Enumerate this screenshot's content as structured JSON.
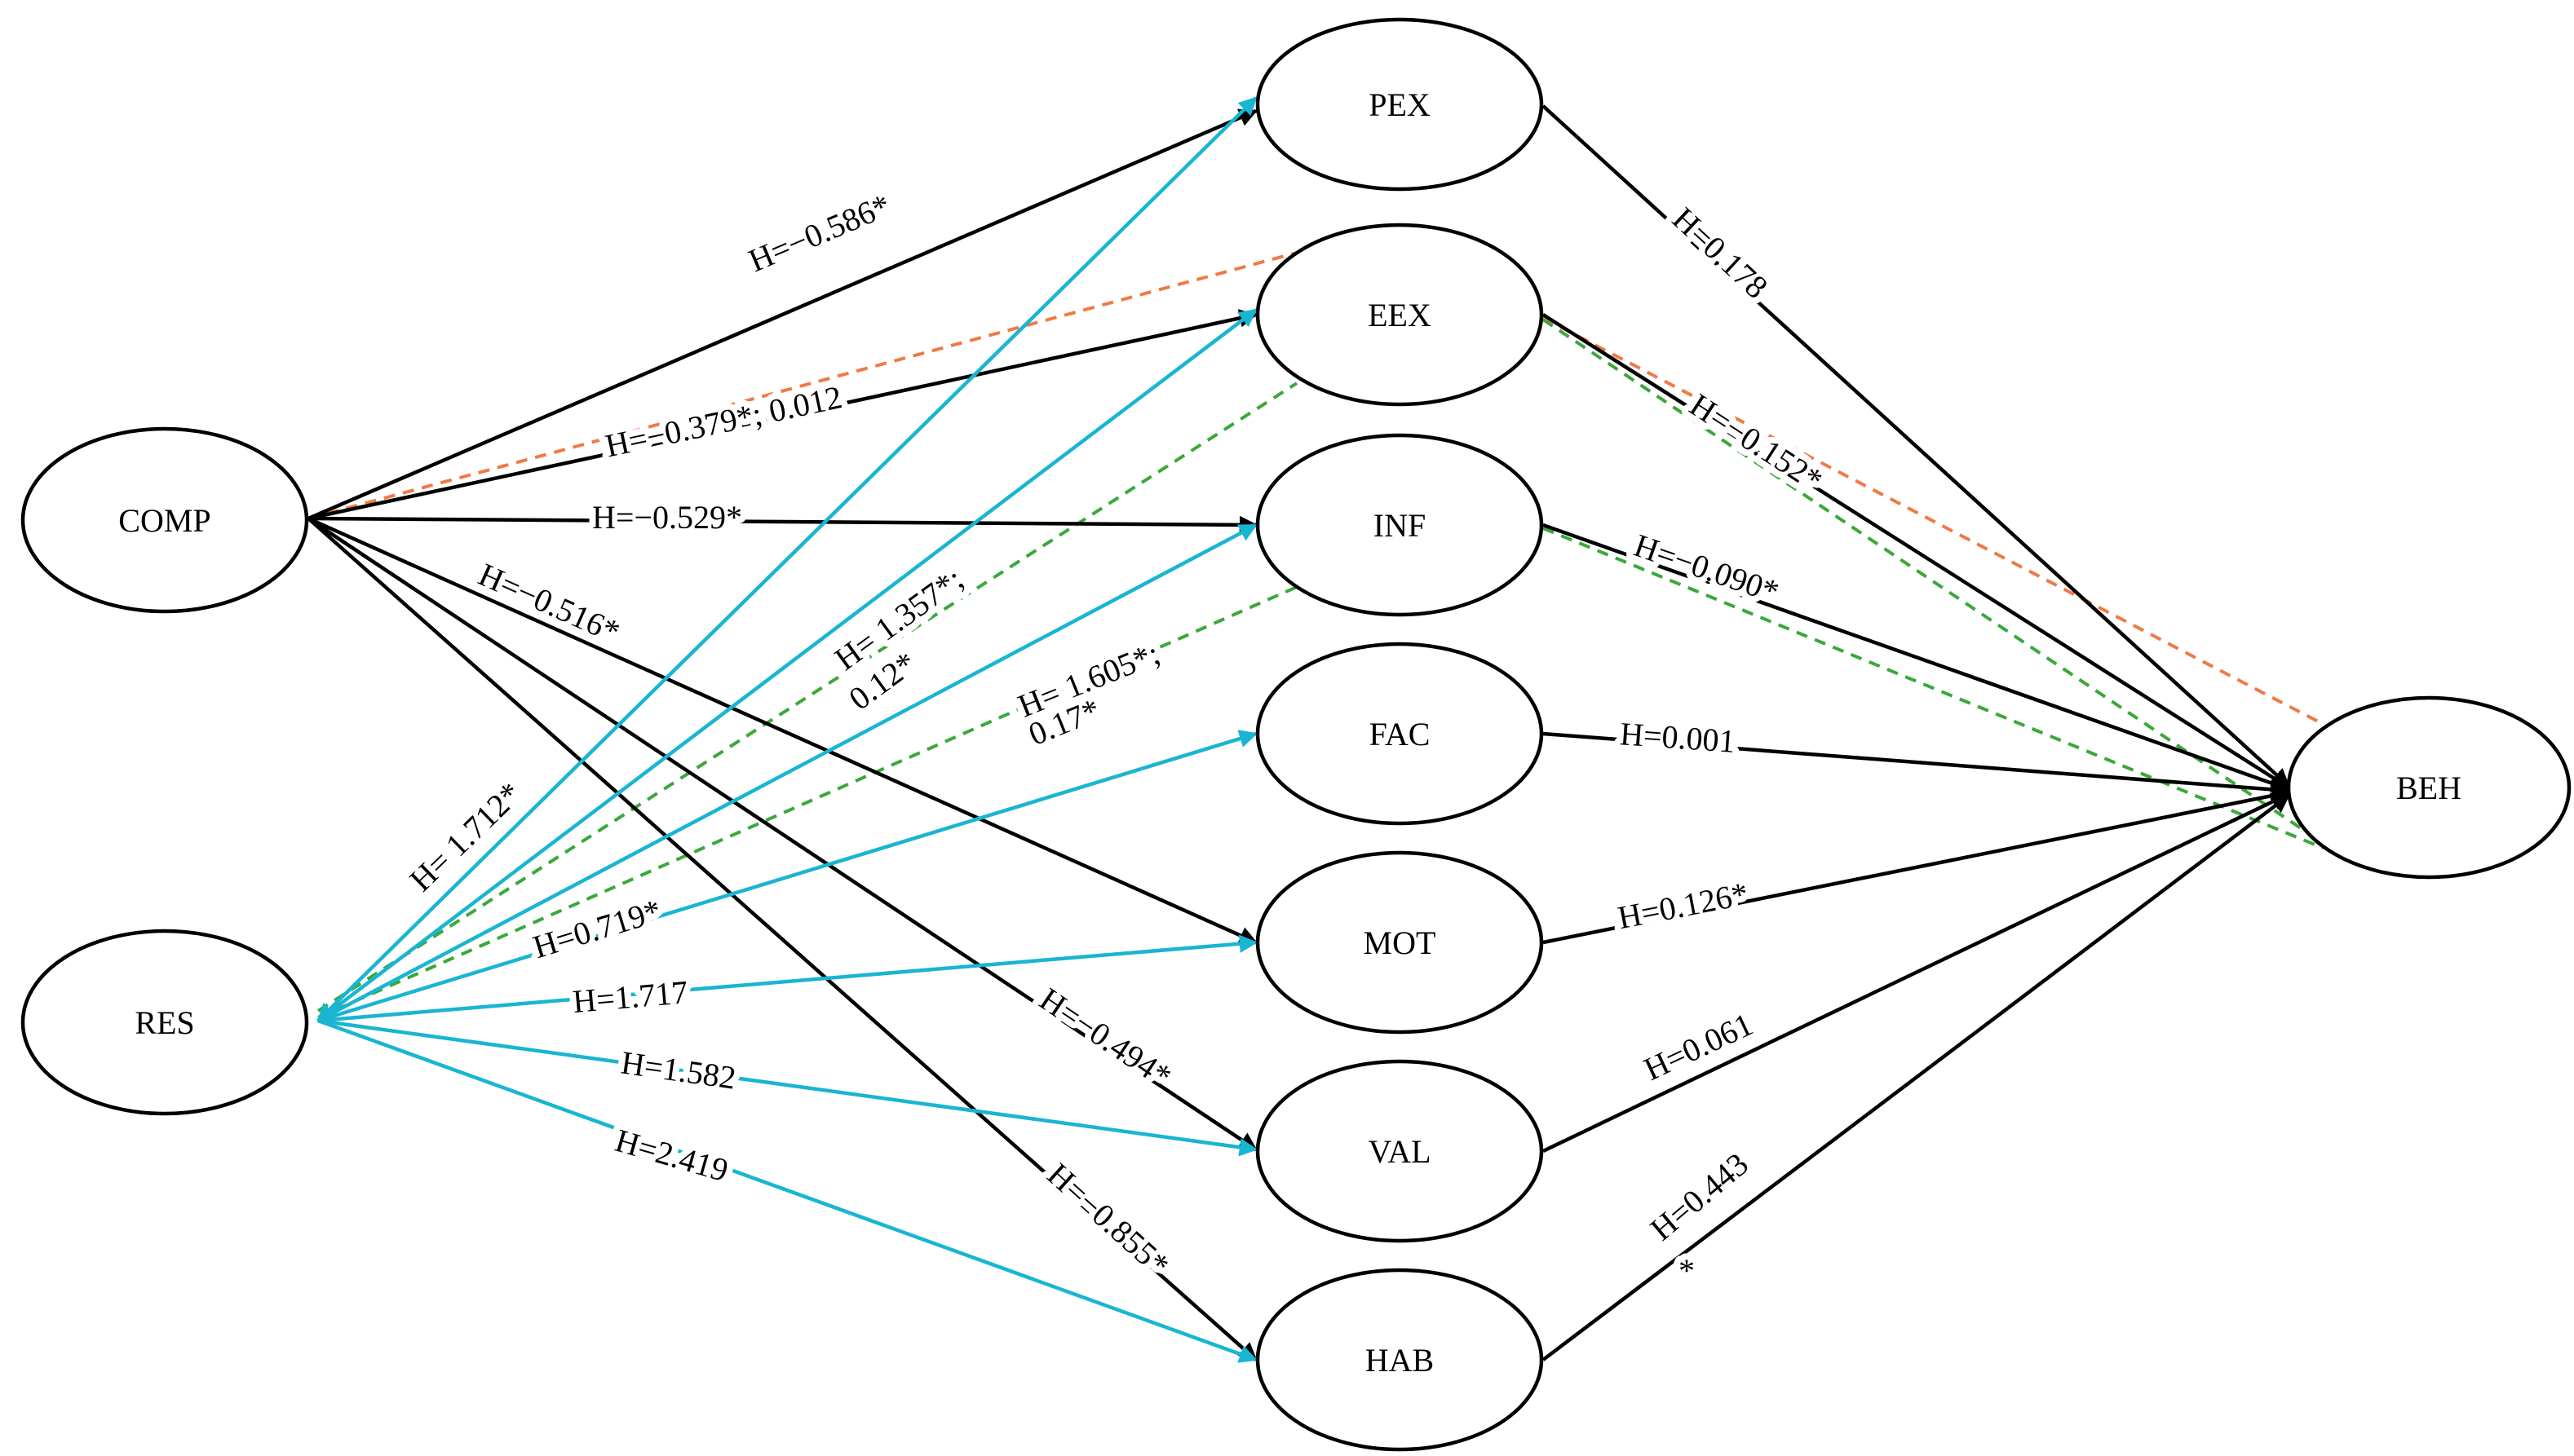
{
  "nodes": {
    "COMP": "COMP",
    "RES": "RES",
    "PEX": "PEX",
    "EEX": "EEX",
    "INF": "INF",
    "FAC": "FAC",
    "MOT": "MOT",
    "VAL": "VAL",
    "HAB": "HAB",
    "BEH": "BEH"
  },
  "edge_labels": {
    "comp_pex": "H=−0.586*",
    "comp_eex": "H=−0.379*; 0.012",
    "comp_inf": "H=−0.529*",
    "comp_mot": "H=−0.516*",
    "comp_val": "H=−0.494*",
    "comp_hab": "H=−0.855*",
    "res_pex": "H= 1.712*",
    "res_eex_1": "H= 1.357*;",
    "res_eex_2": "0.12*",
    "res_inf_1": "H= 1.605*;",
    "res_inf_2": "0.17*",
    "res_fac": "H=0.719*",
    "res_mot": "H=1.717",
    "res_val": "H=1.582",
    "res_hab": "H=2.419",
    "pex_beh": "H=0.178",
    "eex_beh": "H=−0.152*",
    "inf_beh": "H=−0.090*",
    "fac_beh": "H=0.001",
    "mot_beh": "H=0.126*",
    "val_beh": "H=0.061",
    "hab_beh_1": "H=0.443",
    "hab_beh_2": "*"
  },
  "colors": {
    "black_path": "#000000",
    "res_path": "#19b5d2",
    "orange_dashed": "#f07a45",
    "green_dashed": "#3aa83a"
  }
}
